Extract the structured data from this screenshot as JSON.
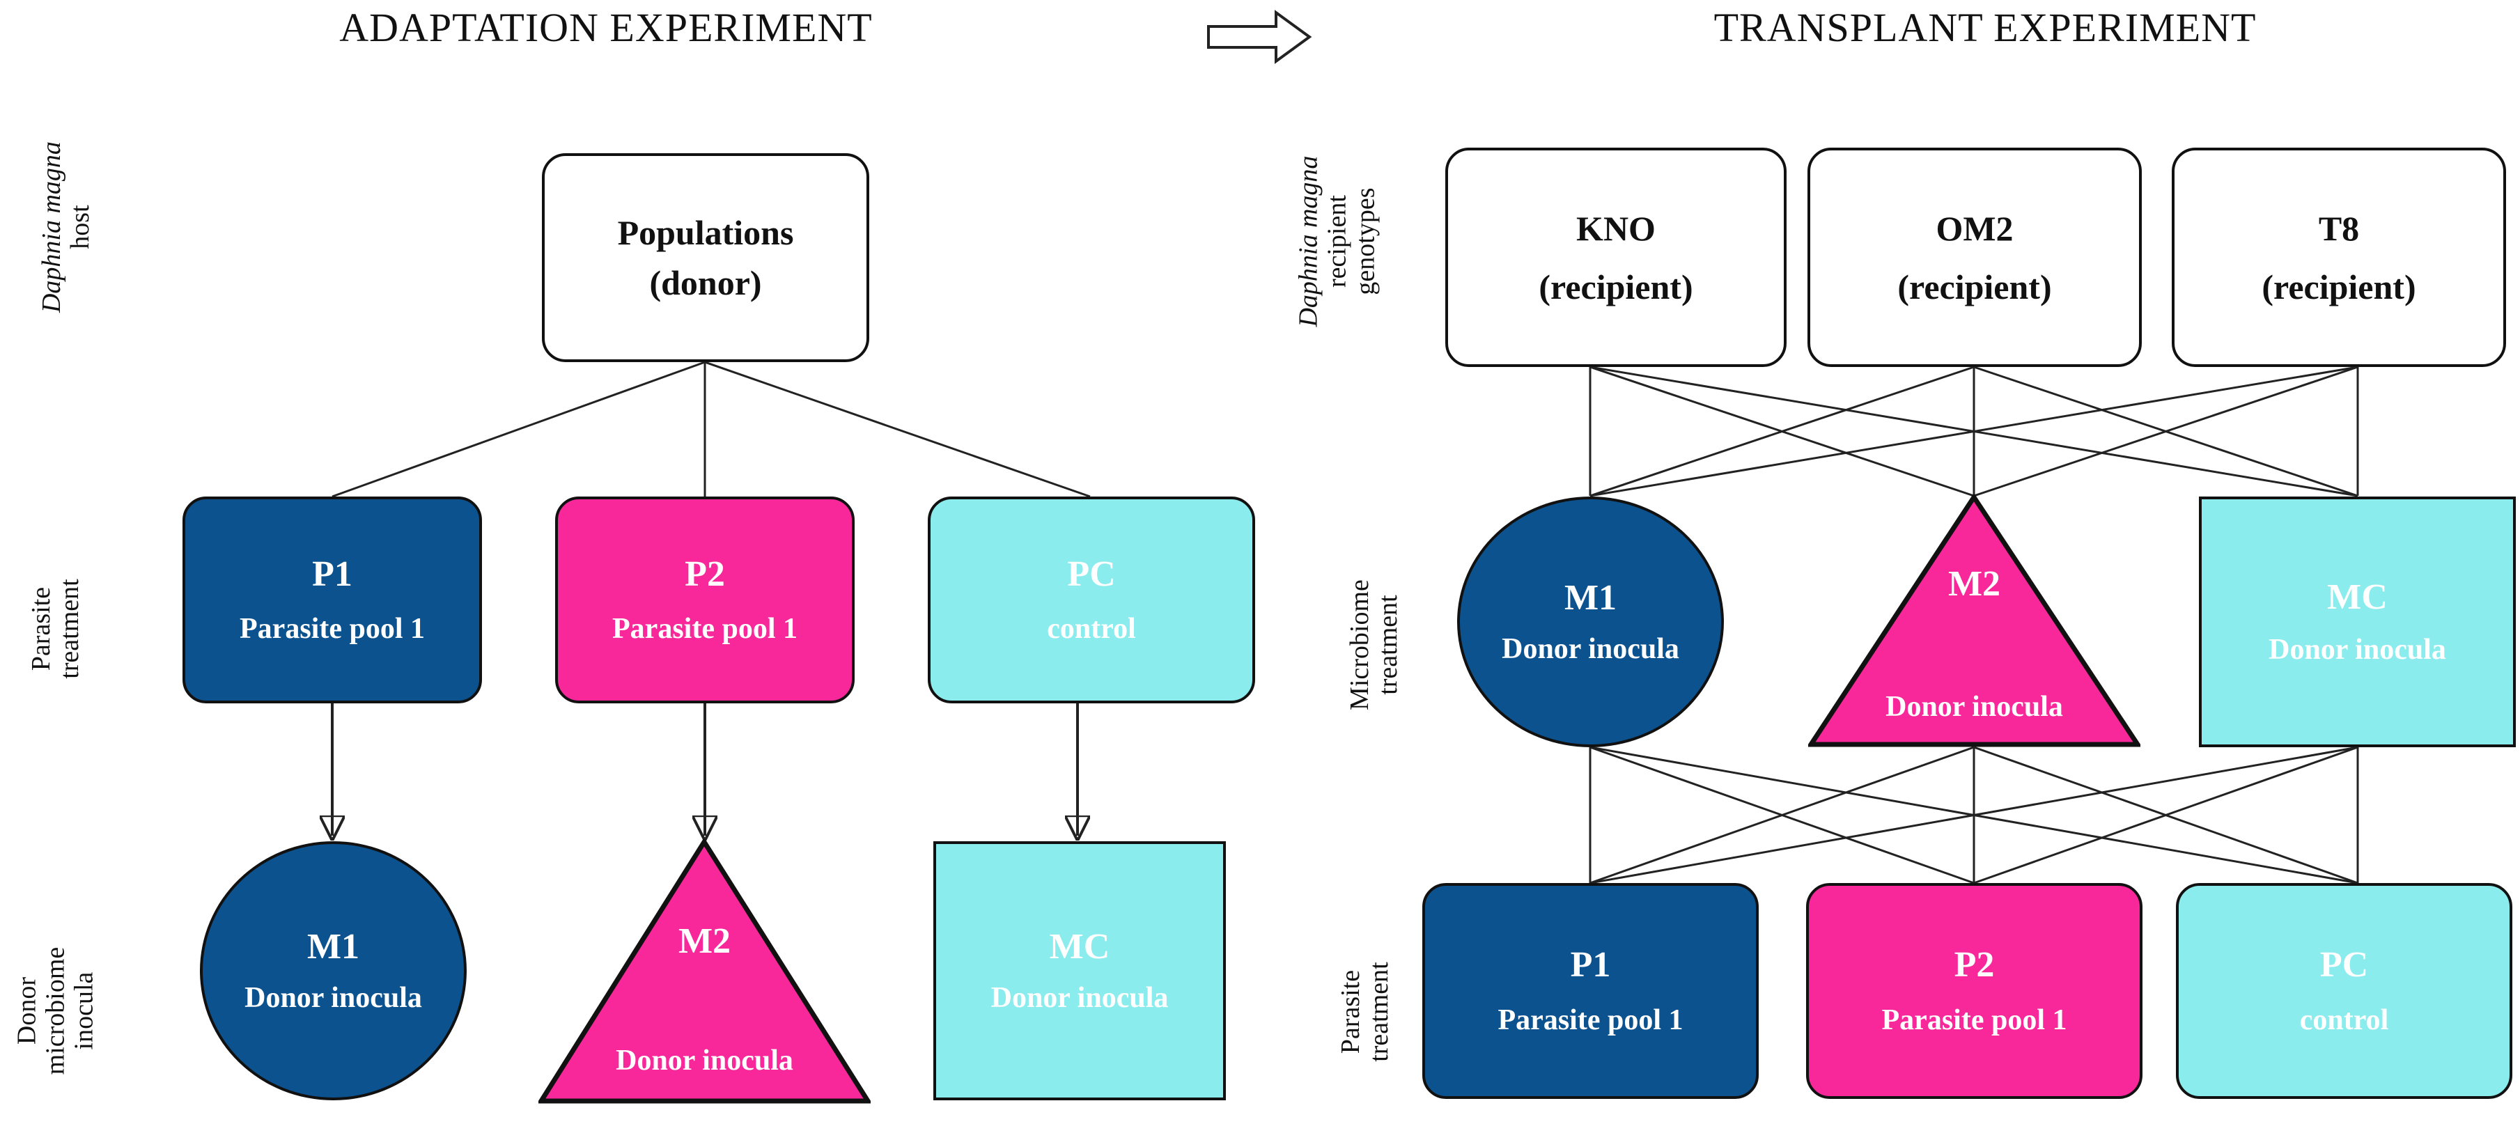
{
  "titles": {
    "left": "ADAPTATION EXPERIMENT",
    "right": "TRANSPLANT EXPERIMENT",
    "flow_arrow_icon": "right-block-arrow"
  },
  "colors": {
    "blue": "#0c528e",
    "pink": "#f8279a",
    "cyan": "#8aeced",
    "white": "#ffffff",
    "outline": "#111111"
  },
  "left_panel": {
    "row_labels": {
      "host": {
        "line1": "Daphnia magna",
        "line2": "host"
      },
      "parasite": {
        "line1": "Parasite",
        "line2": "treatment"
      },
      "inocula": {
        "line1": "Donor",
        "line2": "microbiome",
        "line3": "inocula"
      }
    },
    "root": {
      "title": "Populations",
      "subtitle": "(donor)"
    },
    "parasite_row": [
      {
        "id": "P1",
        "title": "P1",
        "subtitle": "Parasite pool 1",
        "color": "#0c528e",
        "shape": "rounded-rect"
      },
      {
        "id": "P2",
        "title": "P2",
        "subtitle": "Parasite pool 1",
        "color": "#f8279a",
        "shape": "rounded-rect"
      },
      {
        "id": "PC",
        "title": "PC",
        "subtitle": "control",
        "color": "#8aeced",
        "shape": "rounded-rect"
      }
    ],
    "inocula_row": [
      {
        "id": "M1",
        "title": "M1",
        "subtitle": "Donor inocula",
        "color": "#0c528e",
        "shape": "ellipse"
      },
      {
        "id": "M2",
        "title": "M2",
        "subtitle": "Donor inocula",
        "color": "#f8279a",
        "shape": "triangle"
      },
      {
        "id": "MC",
        "title": "MC",
        "subtitle": "Donor inocula",
        "color": "#8aeced",
        "shape": "square"
      }
    ]
  },
  "right_panel": {
    "row_labels": {
      "genotypes": {
        "line1": "Daphnia magna",
        "line2": "recipient",
        "line3": "genotypes"
      },
      "microbiome": {
        "line1": "Microbiome",
        "line2": "treatment"
      },
      "parasite": {
        "line1": "Parasite",
        "line2": "treatment"
      }
    },
    "genotype_row": [
      {
        "id": "KNO",
        "title": "KNO",
        "subtitle": "(recipient)"
      },
      {
        "id": "OM2",
        "title": "OM2",
        "subtitle": "(recipient)"
      },
      {
        "id": "T8",
        "title": "T8",
        "subtitle": "(recipient)"
      }
    ],
    "microbiome_row": [
      {
        "id": "M1",
        "title": "M1",
        "subtitle": "Donor inocula",
        "color": "#0c528e",
        "shape": "ellipse"
      },
      {
        "id": "M2",
        "title": "M2",
        "subtitle": "Donor inocula",
        "color": "#f8279a",
        "shape": "triangle"
      },
      {
        "id": "MC",
        "title": "MC",
        "subtitle": "Donor inocula",
        "color": "#8aeced",
        "shape": "square"
      }
    ],
    "parasite_row": [
      {
        "id": "P1",
        "title": "P1",
        "subtitle": "Parasite pool 1",
        "color": "#0c528e",
        "shape": "rounded-rect"
      },
      {
        "id": "P2",
        "title": "P2",
        "subtitle": "Parasite pool 1",
        "color": "#f8279a",
        "shape": "rounded-rect"
      },
      {
        "id": "PC",
        "title": "PC",
        "subtitle": "control",
        "color": "#8aeced",
        "shape": "rounded-rect"
      }
    ]
  }
}
